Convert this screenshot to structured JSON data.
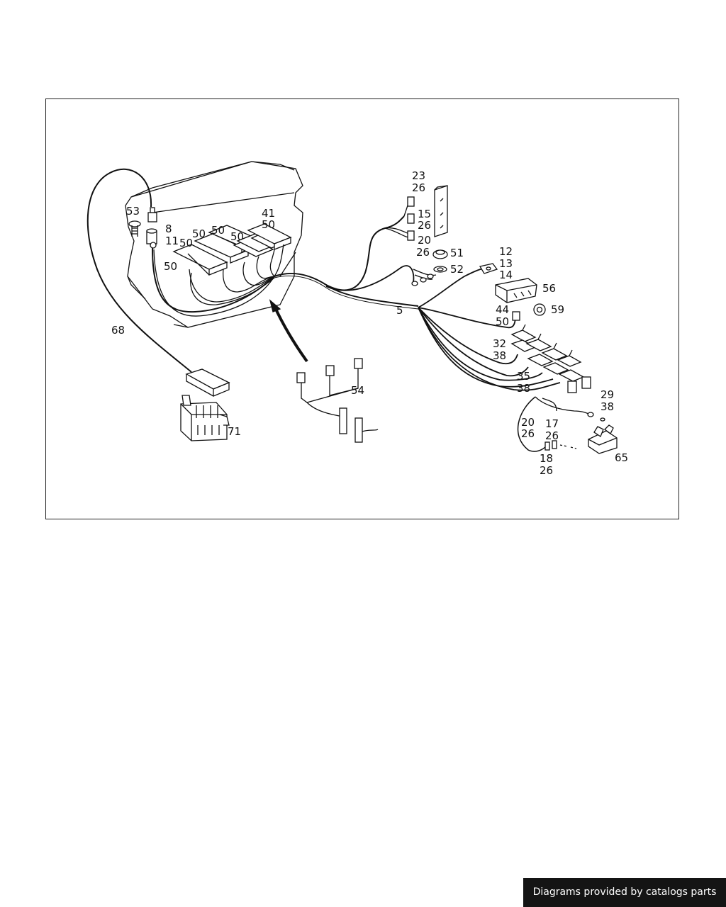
{
  "attribution": "Diagrams provided by catalogs parts",
  "callouts": [
    {
      "id": "c68",
      "text": "68"
    },
    {
      "id": "c53",
      "text": "53"
    },
    {
      "id": "c8",
      "text": "8"
    },
    {
      "id": "c11",
      "text": "11"
    },
    {
      "id": "c50a",
      "text": "50"
    },
    {
      "id": "c50b",
      "text": "50"
    },
    {
      "id": "c50c",
      "text": "50"
    },
    {
      "id": "c50d",
      "text": "50"
    },
    {
      "id": "c50e",
      "text": "50"
    },
    {
      "id": "c41",
      "text": "41"
    },
    {
      "id": "c50f",
      "text": "50"
    },
    {
      "id": "c23",
      "text": "23"
    },
    {
      "id": "c26a",
      "text": "26"
    },
    {
      "id": "c15",
      "text": "15"
    },
    {
      "id": "c26b",
      "text": "26"
    },
    {
      "id": "c20a",
      "text": "20"
    },
    {
      "id": "c26c",
      "text": "26"
    },
    {
      "id": "c51",
      "text": "51"
    },
    {
      "id": "c52",
      "text": "52"
    },
    {
      "id": "c12",
      "text": "12"
    },
    {
      "id": "c13",
      "text": "13"
    },
    {
      "id": "c14",
      "text": "14"
    },
    {
      "id": "c56",
      "text": "56"
    },
    {
      "id": "c5",
      "text": "5"
    },
    {
      "id": "c44",
      "text": "44"
    },
    {
      "id": "c50g",
      "text": "50"
    },
    {
      "id": "c59",
      "text": "59"
    },
    {
      "id": "c32",
      "text": "32"
    },
    {
      "id": "c38a",
      "text": "38"
    },
    {
      "id": "c35",
      "text": "35"
    },
    {
      "id": "c38b",
      "text": "38"
    },
    {
      "id": "c29",
      "text": "29"
    },
    {
      "id": "c38c",
      "text": "38"
    },
    {
      "id": "c20b",
      "text": "20"
    },
    {
      "id": "c26d",
      "text": "26"
    },
    {
      "id": "c17",
      "text": "17"
    },
    {
      "id": "c26e",
      "text": "26"
    },
    {
      "id": "c18",
      "text": "18"
    },
    {
      "id": "c26f",
      "text": "26"
    },
    {
      "id": "c65",
      "text": "65"
    },
    {
      "id": "c54",
      "text": "54"
    },
    {
      "id": "c71",
      "text": "71"
    }
  ]
}
